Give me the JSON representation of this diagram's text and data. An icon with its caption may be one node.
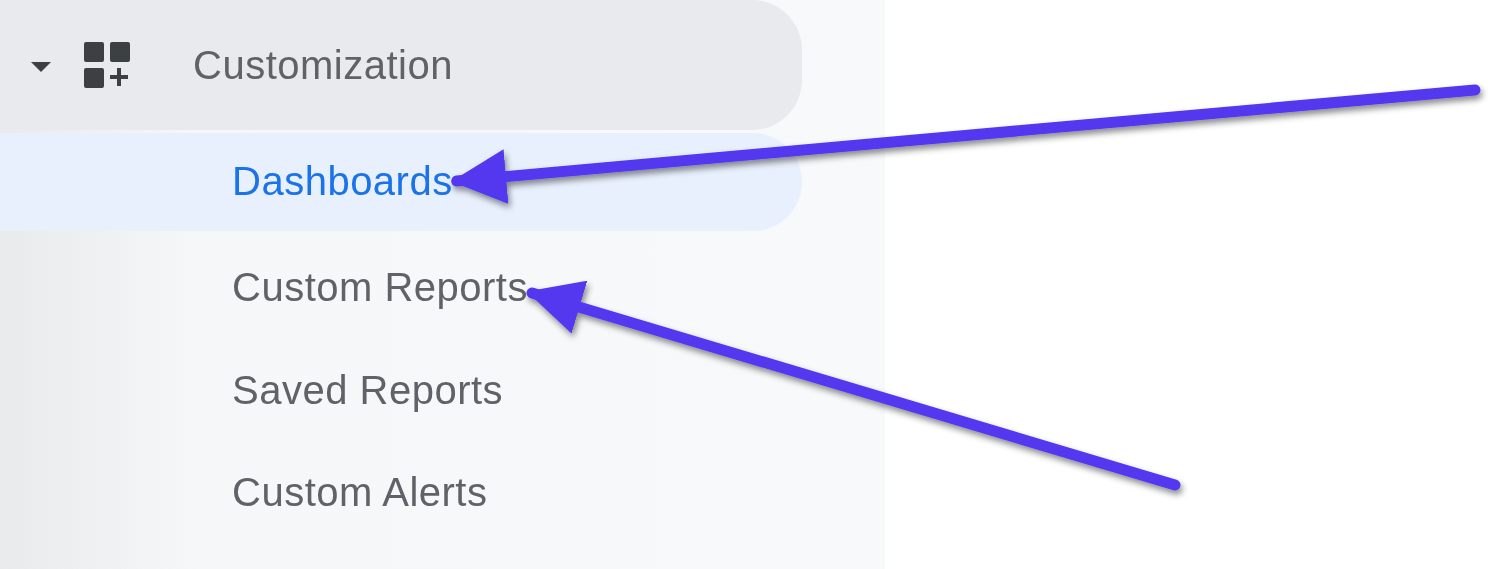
{
  "diagram": {
    "nodes": [
      {
        "text": [
          "Customization"
        ]
      },
      {
        "text": [
          "Dashboards"
        ]
      },
      {
        "text": [
          "Custom Reports"
        ]
      },
      {
        "text": [
          "Saved Reports"
        ]
      },
      {
        "text": [
          "Custom Alerts"
        ]
      }
    ],
    "edges": [
      {
        "from": null,
        "to": 1,
        "arrow": "to"
      },
      {
        "from": null,
        "to": 2,
        "arrow": "to"
      }
    ]
  }
}
